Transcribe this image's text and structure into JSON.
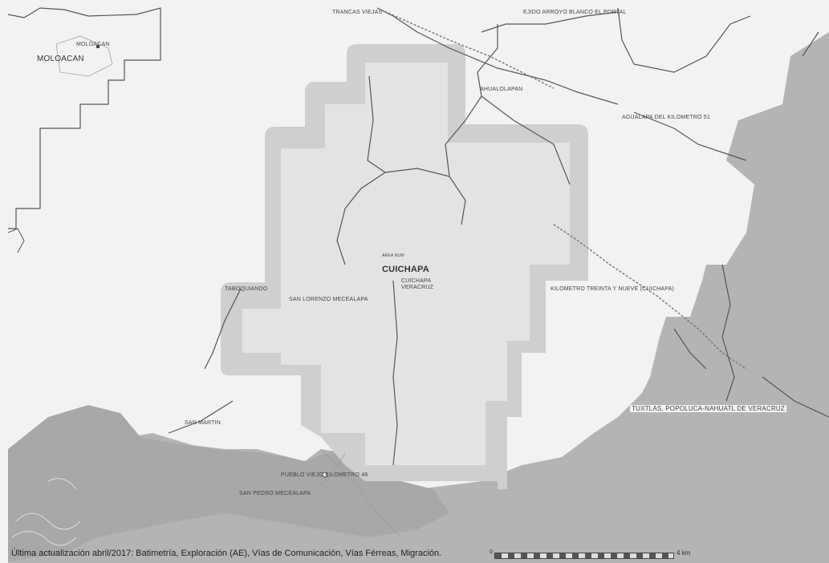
{
  "map": {
    "labels": {
      "trancas_viejas": "TRANCAS VIEJAS",
      "ejido_arroyo": "EJIDO ARROYO BLANCO EL PORTAL",
      "moloacan_small": "MOLOACAN",
      "moloacan_big": "MOLOACAN",
      "ahualapan": "AHUALOLAPAN",
      "agualapa": "AGUALAPA DEL KILOMETRO 51",
      "cuichapa_small": "AREA NUM",
      "cuichapa_big": "CUICHAPA",
      "cuichapa_sub": "CUICHAPA VERACRUZ",
      "taboquiando": "TABOQUIANDO",
      "san_lorenzo": "SAN LORENZO MECEALAPA",
      "kilometro": "KILOMETRO TREINTA Y NUEVE (CUICHAPA)",
      "tuxtlas": "TUXTLAS, POPOLUCA-NAHUATL DE VERACRUZ",
      "san_martin": "SAN MARTIN",
      "pueblo_viejo": "PUEBLO VIEJO KILOMETRO 46",
      "san_pedro": "SAN PEDRO MECEALAPA"
    },
    "footer": "Última actualización abril/2017: Batimetría, Exploración (AE), Vías de Comunicación, Vías Férreas, Migración.",
    "scale": {
      "start": "0",
      "end": "4 km"
    },
    "colors": {
      "land": "#f2f2f2",
      "buffer": "#d0d0d0",
      "core": "#e4e4e4",
      "dark_region": "#b3b3b3",
      "roads": "#555555",
      "rail": "#666666"
    }
  }
}
